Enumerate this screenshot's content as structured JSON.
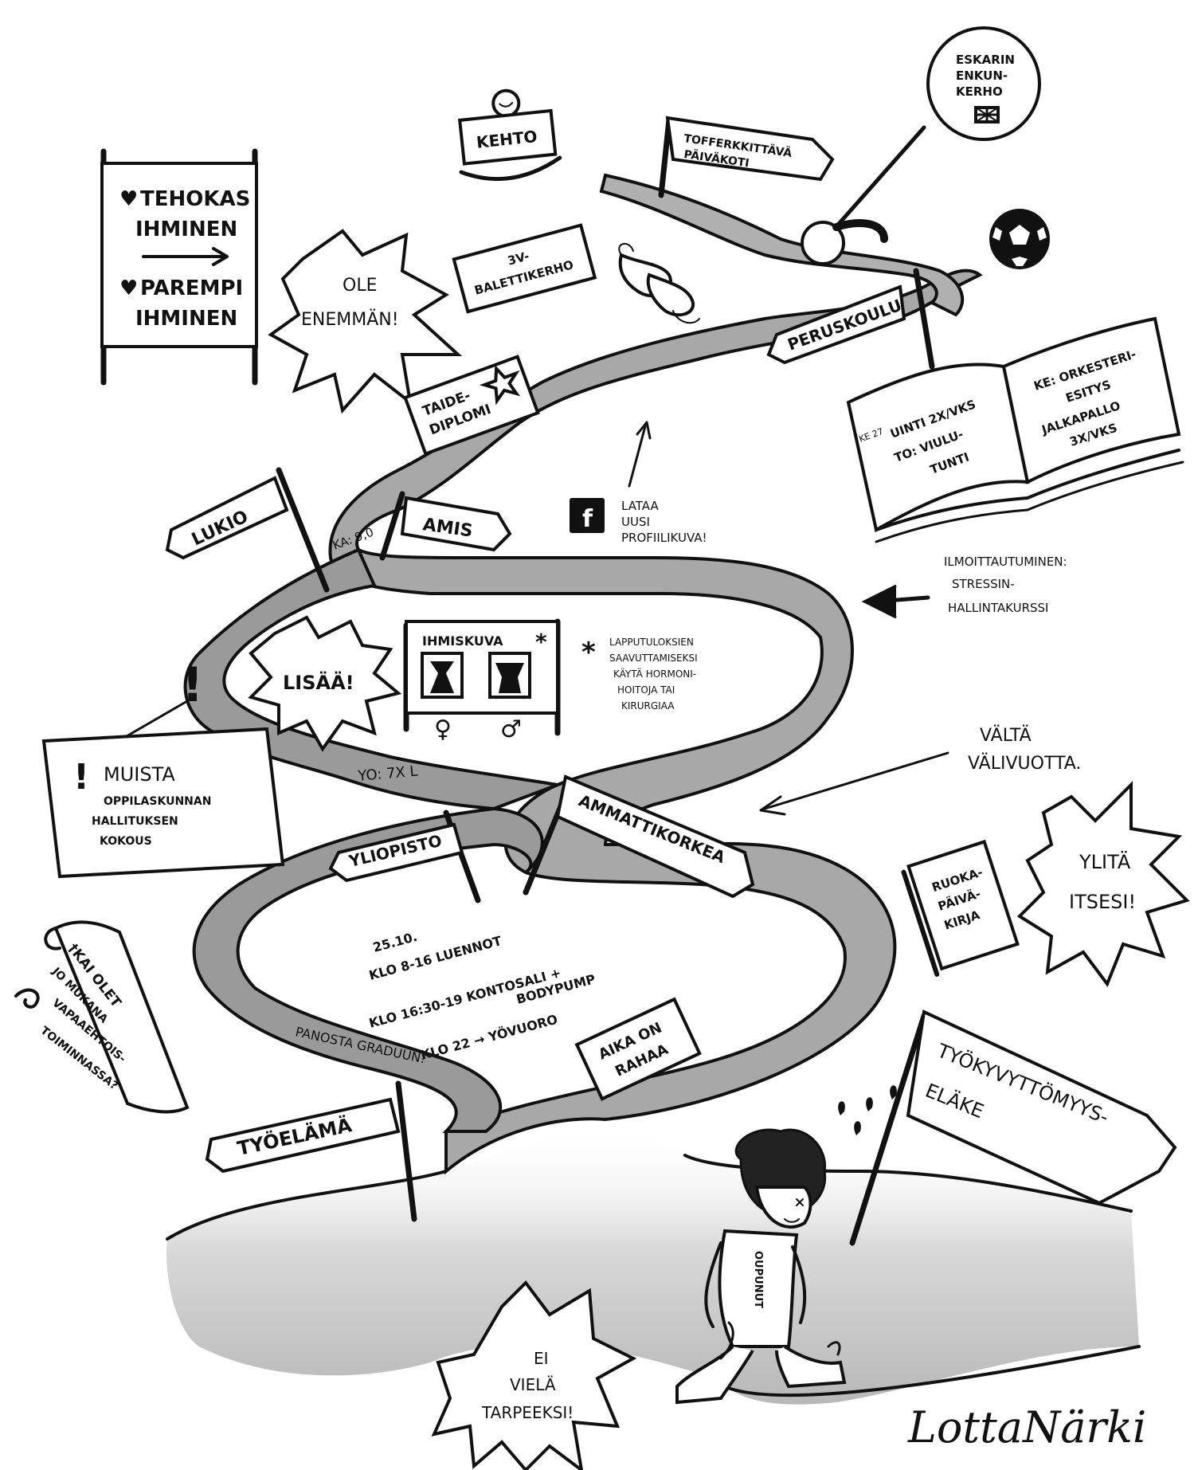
{
  "colors": {
    "ink": "#111111",
    "road": "#9a9a9a",
    "road_light": "#c4c4c4",
    "paper": "#ffffff"
  },
  "signs": {
    "tehokas": "TEHOKAS",
    "ihminen1": "IHMINEN",
    "parempi": "PAREMPI",
    "ihminen2": "IHMINEN",
    "kehto": "KEHTO",
    "paivakoti_1": "TOFFERKKITTÄVÄ",
    "paivakoti_2": "PÄIVÄKOTI",
    "peruskoulu": "PERUSKOULU",
    "lukio": "LUKIO",
    "amis": "AMIS",
    "yliopisto": "YLIOPISTO",
    "ammattikorkea": "AMMATTIKORKEA",
    "tyoelama": "TYÖELÄMÄ",
    "elake_1": "TYÖKYVYTTÖMYYS-",
    "elake_2": "ELÄKE"
  },
  "bursts": {
    "ole_1": "OLE",
    "ole_2": "ENEMMÄN!",
    "lisaa": "LISÄÄ!",
    "ylita_1": "YLITÄ",
    "ylita_2": "ITSESI!",
    "ei_1": "EI",
    "ei_2": "VIELÄ",
    "ei_3": "TARPEEKSI!"
  },
  "notes": {
    "eskarin_1": "ESKARIN",
    "eskarin_2": "ENKUN-",
    "eskarin_3": "KERHO",
    "baletti_1": "3V-",
    "baletti_2": "BALETTIKERHO",
    "taide_1": "TAIDE-",
    "taide_2": "DIPLOMI",
    "book_left_1": "KE 27",
    "book_left_2": "UINTI 2X/VKS",
    "book_left_3": "TO: VIULU-",
    "book_left_4": "TUNTI",
    "book_right_1": "KE: ORKESTERI-",
    "book_right_2": "ESITYS",
    "book_right_3": "JALKAPALLO",
    "book_right_4": "3X/VKS",
    "lataa_1": "LATAA",
    "lataa_2": "UUSI",
    "lataa_3": "PROFIILIKUVA!",
    "fb_icon_char": "f",
    "ka": "KA: 9,0",
    "ilmoittautuminen_1": "ILMOITTAUTUMINEN:",
    "ilmoittautuminen_2": "STRESSIN-",
    "ilmoittautuminen_3": "HALLINTAKURSSI",
    "ihmiskuva": "IHMISKUVA",
    "female_symbol": "♀",
    "male_symbol": "♂",
    "asterisk": "*",
    "hormoni_1": "LAPPUTULOKSIEN",
    "hormoni_2": "SAAVUTTAMISEKSI",
    "hormoni_3": "KÄYTÄ HORMONI-",
    "hormoni_4": "HOITOJA TAI",
    "hormoni_5": "KIRURGIAA",
    "muista_mark": "!",
    "muista_1": "MUISTA",
    "muista_2": "OPPILASKUNNAN",
    "muista_3": "HALLITUKSEN",
    "muista_4": "KOKOUS",
    "yo": "YO: 7X L",
    "valta_1": "VÄLTÄ",
    "valta_2": "VÄLIVUOTTA.",
    "ruoka_1": "RUOKA-",
    "ruoka_2": "PÄIVÄ-",
    "ruoka_3": "KIRJA",
    "sched_1": "25.10.",
    "sched_2": "KLO 8-16 LUENNOT",
    "sched_3": "KLO 16:30-19 KONTOSALI +",
    "sched_4": "BODYPUMP",
    "sched_5": "KLO 22 → YÖVUORO",
    "aika_1": "AIKA ON",
    "aika_2": "RAHAA",
    "panosta": "PANOSTA GRADUUN!",
    "scroll_1": "†KAI OLET",
    "scroll_2": "JO MUKANA",
    "scroll_3": "VAPAAEHTOIS-",
    "scroll_4": "TOIMINNASSA?",
    "shirt": "OUPUNUT",
    "signature": "LottaNärki"
  }
}
